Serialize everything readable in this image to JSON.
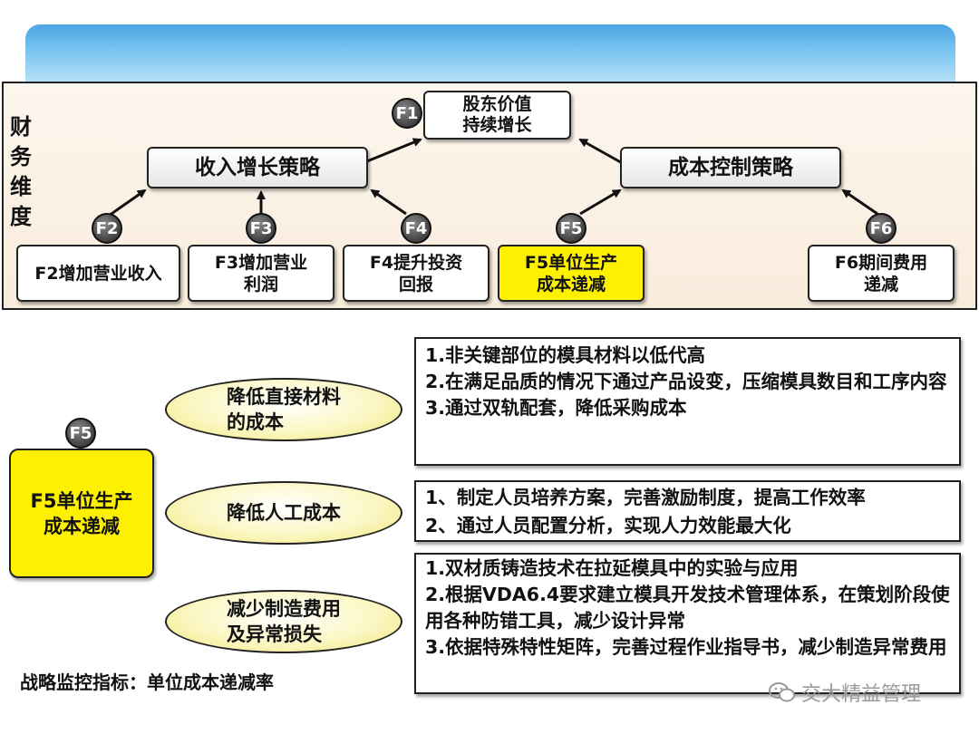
{
  "panel": {
    "label": "财务维度"
  },
  "top": {
    "f1": {
      "badge": "F1",
      "line1": "股东价值",
      "line2": "持续增长"
    },
    "revenue_strategy": "收入增长策略",
    "cost_strategy": "成本控制策略"
  },
  "objectives": [
    {
      "badge": "F2",
      "line1": "F2增加营业收入",
      "line2": ""
    },
    {
      "badge": "F3",
      "line1": "F3增加营业",
      "line2": "利润"
    },
    {
      "badge": "F4",
      "line1": "F4提升投资",
      "line2": "回报"
    },
    {
      "badge": "F5",
      "line1": "F5单位生产",
      "line2": "成本递减"
    },
    {
      "badge": "F6",
      "line1": "F6期间费用",
      "line2": "递减"
    }
  ],
  "detail": {
    "badge": "F5",
    "main_line1": "F5单位生产",
    "main_line2": "成本递减",
    "measures": [
      {
        "line1": "降低直接材料",
        "line2": "的成本",
        "actions": [
          "1.非关键部位的模具材料以低代高",
          "2.在满足品质的情况下通过产品设变，压缩模具数目和工序内容",
          "3.通过双轨配套，降低采购成本"
        ]
      },
      {
        "line1": "降低人工成本",
        "line2": "",
        "actions": [
          "1、制定人员培养方案，完善激励制度，提高工作效率",
          "2、通过人员配置分析，实现人力效能最大化"
        ]
      },
      {
        "line1": "减少制造费用",
        "line2": "及异常损失",
        "actions": [
          "1.双材质铸造技术在拉延模具中的实验与应用",
          "2.根据VDA6.4要求建立模具开发技术管理体系，在策划阶段使用各种防错工具，减少设计异常",
          "3.依据特殊特性矩阵，完善过程作业指导书，减少制造异常费用"
        ]
      }
    ]
  },
  "metric": "战略监控指标：单位成本递减率",
  "watermark": "交大精益管理"
}
